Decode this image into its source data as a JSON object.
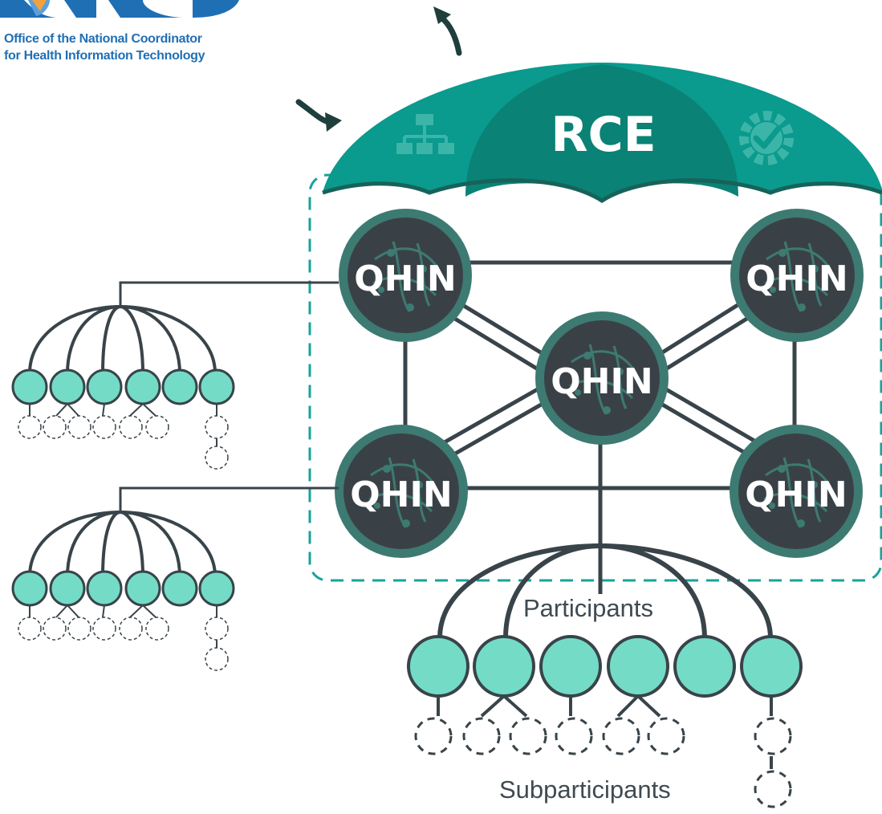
{
  "org": {
    "line1": "Office of the National Coordinator",
    "line2": "for Health Information Technology"
  },
  "umbrella": {
    "label": "RCE",
    "left_icon": "hierarchy-icon",
    "right_icon": "gear-check-icon"
  },
  "hubs": [
    {
      "id": "top-left",
      "label": "QHIN"
    },
    {
      "id": "top-right",
      "label": "QHIN"
    },
    {
      "id": "center",
      "label": "QHIN"
    },
    {
      "id": "bottom-left",
      "label": "QHIN"
    },
    {
      "id": "bottom-right",
      "label": "QHIN"
    }
  ],
  "labels": {
    "participants": "Participants",
    "subparticipants": "Subparticipants"
  },
  "colors": {
    "teal": "#0a9a8e",
    "teal_dark": "#0b8276",
    "hub_fill": "#3a4146",
    "hub_ring": "#3d7a72",
    "participant": "#74dcc6",
    "line": "#39444a",
    "logo_blue": "#1f6fb5",
    "dashed_border": "#17a39a"
  }
}
